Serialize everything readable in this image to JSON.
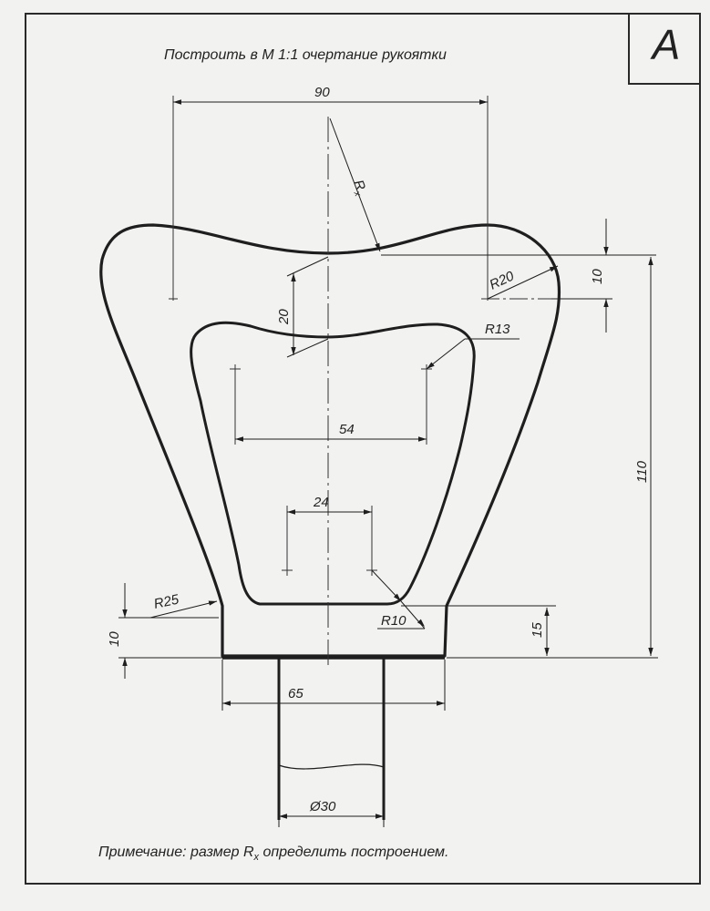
{
  "sheet": {
    "title": "Построить в М 1:1 очертание рукоятки",
    "letter": "А",
    "note_prefix": "Примечание: размер R",
    "note_sub": "x",
    "note_suffix": " определить построением."
  },
  "dimensions": {
    "d90": "90",
    "d20": "20",
    "d54": "54",
    "d24": "24",
    "d10_right": "10",
    "d110": "110",
    "d15": "15",
    "d10_left": "10",
    "d65": "65",
    "d30": "Ø30",
    "r20": "R20",
    "r13": "R13",
    "r25": "R25",
    "r10": "R10",
    "rx": "R",
    "rx_sub": "x"
  },
  "colors": {
    "line": "#1e1e1e",
    "paper": "#f2f2f0"
  }
}
